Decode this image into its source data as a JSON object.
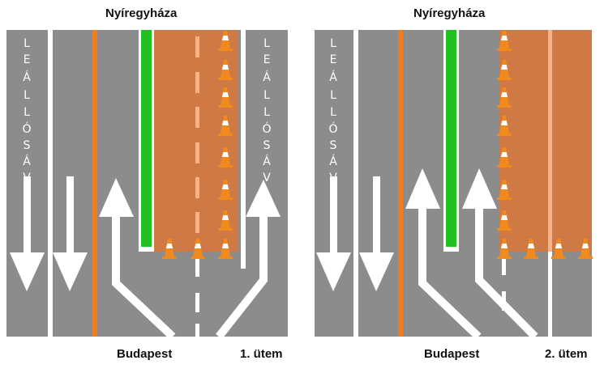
{
  "panel1": {
    "top_label": "Nyíregyháza",
    "bottom_label": "Budapest",
    "stage_label": "1. ütem",
    "shoulder_left_letters": [
      "L",
      "E",
      "Á",
      "L",
      "L",
      "Ó",
      "S",
      "Á",
      "V"
    ],
    "shoulder_right_letters": [
      "L",
      "E",
      "Á",
      "L",
      "L",
      "Ó",
      "S",
      "Á",
      "V"
    ]
  },
  "panel2": {
    "top_label": "Nyíregyháza",
    "bottom_label": "Budapest",
    "stage_label": "2. ütem",
    "shoulder_left_letters": [
      "L",
      "E",
      "Á",
      "L",
      "L",
      "Ó",
      "S",
      "Á",
      "V"
    ]
  },
  "colors": {
    "asphalt": "#8c8c8c",
    "lane_line": "#ffffff",
    "edge_line": "#ef7d22",
    "work_zone": "#cf7a45",
    "barrier": "#22c122",
    "cone": "#f08a1e"
  },
  "icons": [
    "traffic-cone-icon",
    "arrow-up-icon",
    "arrow-down-icon"
  ]
}
